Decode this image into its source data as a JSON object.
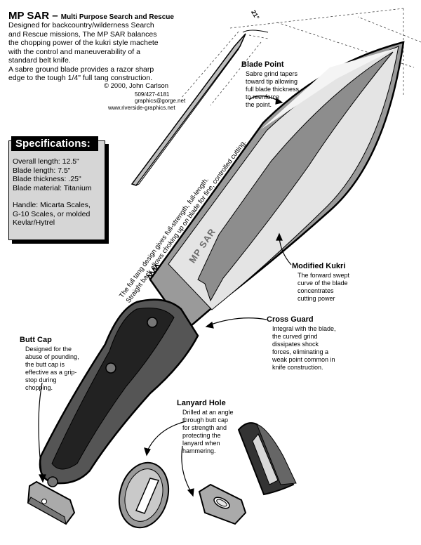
{
  "title": {
    "name": "MP SAR",
    "sep": " – ",
    "subtitle": "Multi Purpose Search and Rescue"
  },
  "intro": [
    "Designed for backcountry/wilderness Search",
    "and Rescue missions, The MP SAR balances",
    "the chopping power of the kukri style machete",
    "with the control and maneuverability of a",
    "standard belt knife.",
    "A sabre ground blade provides a razor sharp",
    "edge to the tough 1/4\" full tang construction."
  ],
  "credit": {
    "copyright": "© 2000, John Carlson",
    "phone": "509/427-4181",
    "email": "graphics@gorge.net",
    "web": "www.riverside-graphics.net"
  },
  "specs": {
    "heading": "Specifications:",
    "lines": [
      "Overall length: 12.5\"",
      "Blade length: 7.5\"",
      "Blade thickness: .25\"",
      "Blade material: Titanium",
      "",
      "Handle: Micarta Scales,",
      "G-10 Scales, or molded",
      "Kevlar/Hytrel"
    ]
  },
  "angle_label": "21°",
  "blade_engraving": "MP SAR",
  "spine_note": [
    "The full tang design gives full-strength, full-length.",
    "Straight back allows choking up on blade for fine, controlled cutting."
  ],
  "callouts": {
    "blade_point": {
      "label": "Blade Point",
      "lines": [
        "Sabre grind tapers",
        "toward tip allowing",
        "full blade thickness",
        "to reenforce",
        "the point."
      ]
    },
    "modified_kukri": {
      "label": "Modified Kukri",
      "lines": [
        "The forward swept",
        "curve of the blade",
        "concentrates",
        "cutting power"
      ]
    },
    "cross_guard": {
      "label": "Cross Guard",
      "lines": [
        "Integral with the blade,",
        "the curved grind",
        "dissipates shock",
        "forces, eliminating a",
        "weak point common in",
        "knife construction."
      ]
    },
    "butt_cap": {
      "label": "Butt Cap",
      "lines": [
        "Designed for the",
        "abuse of pounding,",
        "the butt cap is",
        "effective as a grip-",
        "stop during",
        "chopping."
      ]
    },
    "lanyard_hole": {
      "label": "Lanyard Hole",
      "lines": [
        "Drilled at an angle",
        "through butt cap",
        "for strength and",
        "protecting the",
        "lanyard when",
        "hammering."
      ]
    }
  }
}
